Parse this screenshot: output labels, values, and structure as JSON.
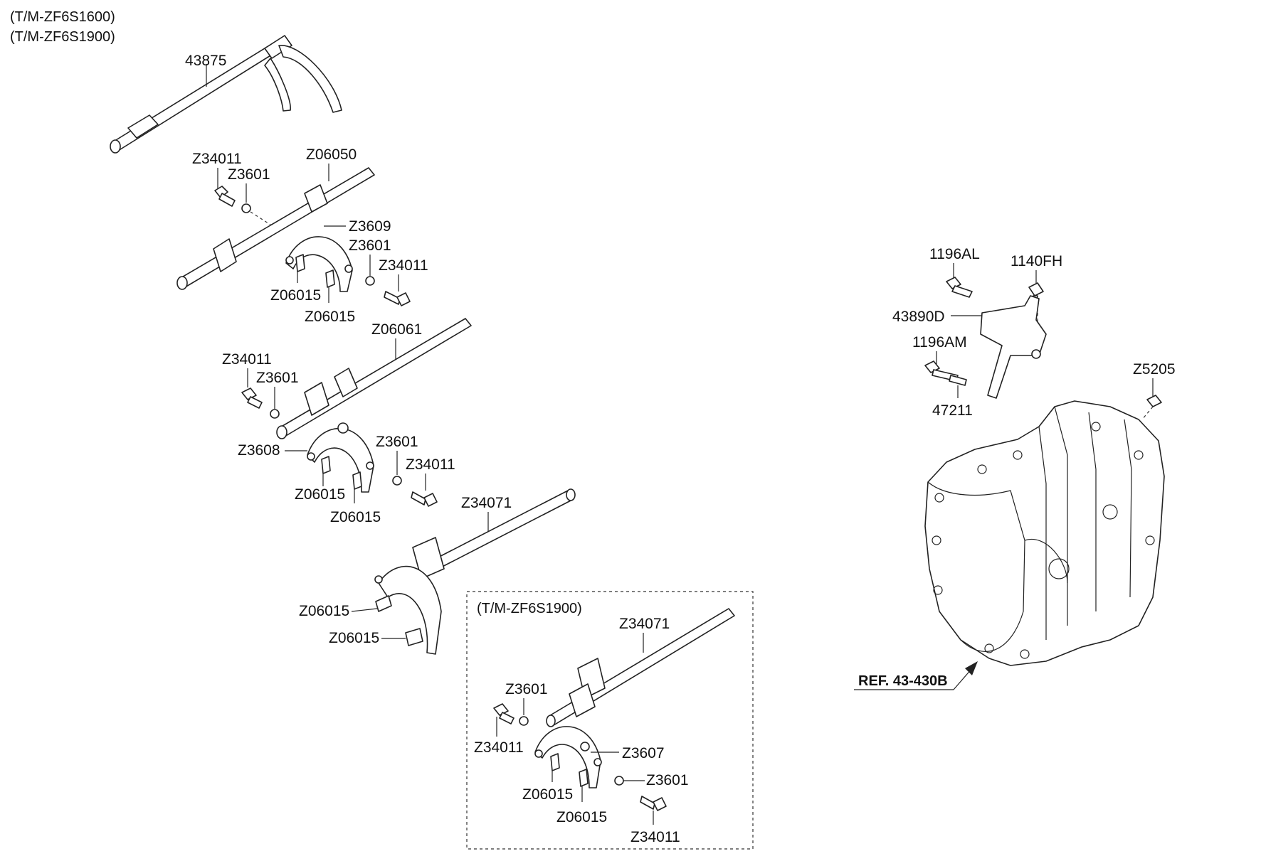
{
  "header": {
    "variant_1": "(T/M-ZF6S1600)",
    "variant_2": "(T/M-ZF6S1900)"
  },
  "inset": {
    "title": "(T/M-ZF6S1900)"
  },
  "reference": {
    "label": "REF. 43-430B"
  },
  "callouts": {
    "c01": "43875",
    "c02": "Z34011",
    "c03": "Z3601",
    "c04": "Z06050",
    "c05": "Z3609",
    "c06": "Z3601",
    "c07": "Z34011",
    "c08": "Z06015",
    "c09": "Z06015",
    "c10": "Z06061",
    "c11": "Z34011",
    "c12": "Z3601",
    "c13": "Z3608",
    "c14": "Z3601",
    "c15": "Z34011",
    "c16": "Z06015",
    "c17": "Z06015",
    "c18": "Z34071",
    "c19": "Z06015",
    "c20": "Z06015",
    "c21": "Z34071",
    "c22": "Z3601",
    "c23": "Z34011",
    "c24": "Z3607",
    "c25": "Z3601",
    "c26": "Z06015",
    "c27": "Z06015",
    "c28": "Z34011",
    "c29": "1196AL",
    "c30": "1140FH",
    "c31": "43890D",
    "c32": "1196AM",
    "c33": "47211",
    "c34": "Z5205"
  }
}
